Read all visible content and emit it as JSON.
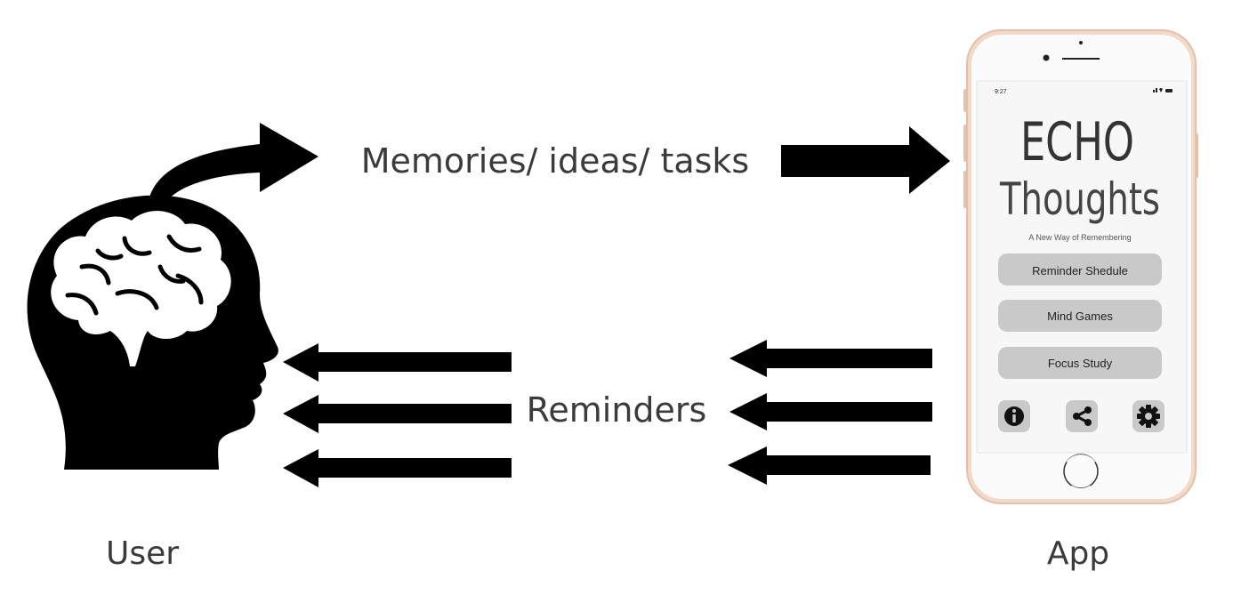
{
  "labels": {
    "top_flow": "Memories/ ideas/ tasks",
    "bottom_flow": "Reminders",
    "user": "User",
    "app": "App"
  },
  "phone": {
    "status_time": "9:27",
    "app_title_line1": "ECHO",
    "app_title_line2": "Thoughts",
    "tagline": "A New Way of Remembering",
    "buttons": [
      {
        "label": "Reminder Shedule"
      },
      {
        "label": "Mind Games"
      },
      {
        "label": "Focus Study"
      }
    ],
    "icons": [
      "info-icon",
      "share-icon",
      "gear-icon"
    ]
  },
  "colors": {
    "text": "#3b3b3b",
    "arrow": "#000000",
    "phone_frame": "#f3d9c8",
    "phone_screen": "#f7f7f7",
    "button": "#c9c9c9"
  }
}
